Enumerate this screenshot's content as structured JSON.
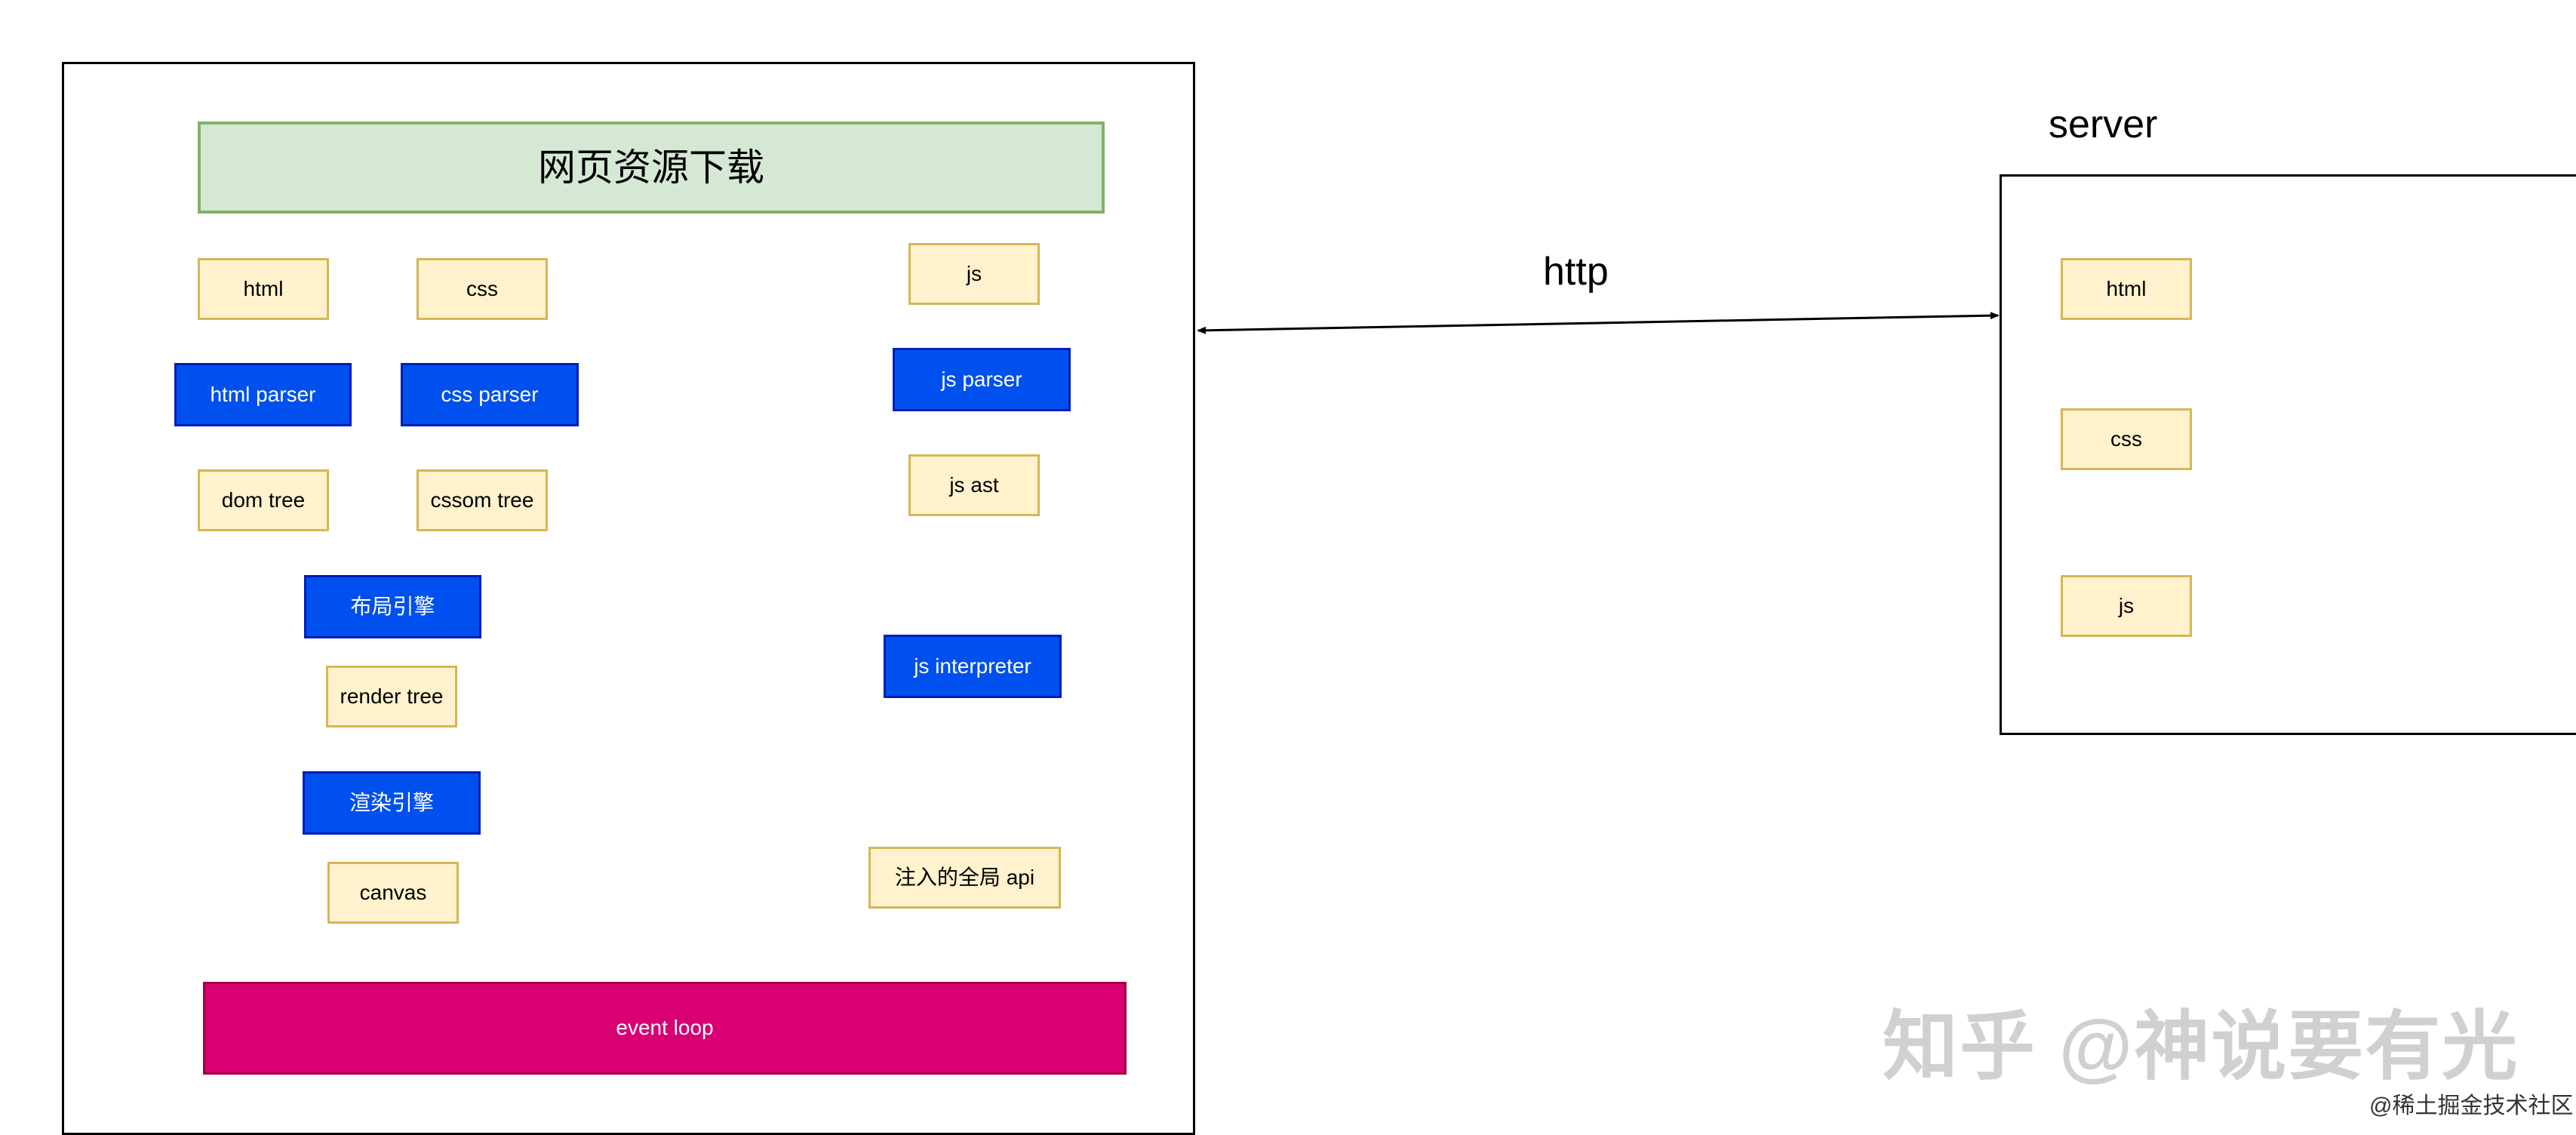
{
  "browser": {
    "download": "网页资源下载",
    "html": "html",
    "css": "css",
    "js": "js",
    "html_parser": "html parser",
    "css_parser": "css parser",
    "js_parser": "js parser",
    "dom_tree": "dom tree",
    "cssom_tree": "cssom tree",
    "js_ast": "js ast",
    "layout_engine": "布局引擎",
    "render_tree": "render tree",
    "js_interpreter": "js interpreter",
    "render_engine": "渲染引擎",
    "canvas": "canvas",
    "global_api": "注入的全局 api",
    "event_loop": "event loop"
  },
  "connection": {
    "label": "http"
  },
  "server": {
    "title": "server",
    "html": "html",
    "css": "css",
    "js": "js"
  },
  "watermarks": {
    "zhihu": "知乎 @神说要有光",
    "juejin": "@稀土掘金技术社区"
  },
  "colors": {
    "yellow_fill": "#fff2cc",
    "blue_fill": "#0050ef",
    "green_fill": "#d5e8d4",
    "pink_fill": "#d80073"
  }
}
